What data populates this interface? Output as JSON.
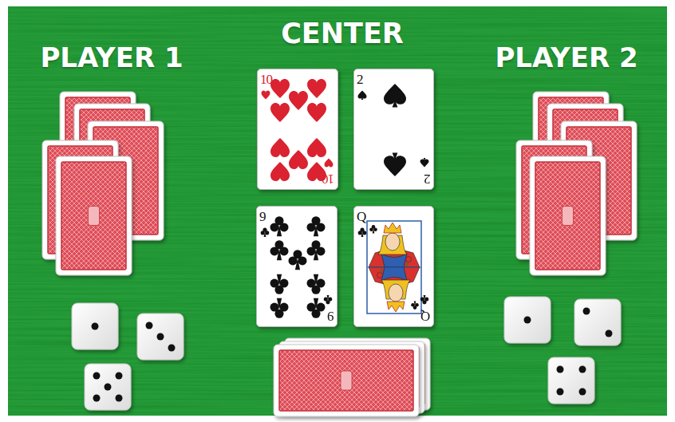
{
  "diagram": {
    "nodes": [
      {
        "text": [
          "10",
          "10"
        ]
      },
      {
        "text": [
          "2",
          "2"
        ]
      },
      {
        "text": [
          "9",
          "9"
        ]
      },
      {
        "text": [
          "Q",
          "Q"
        ]
      }
    ],
    "labels": [
      "PLAYER 1",
      "CENTER",
      "PLAYER 2"
    ]
  }
}
